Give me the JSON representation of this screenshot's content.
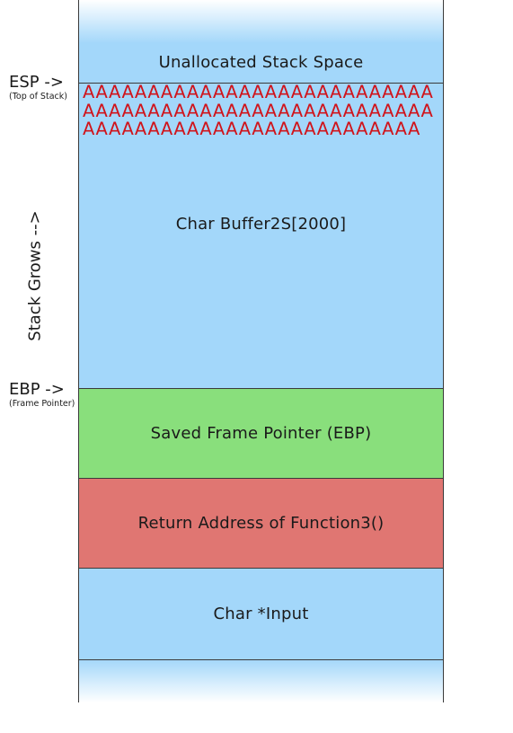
{
  "blocks": {
    "unallocated": "Unallocated Stack Space",
    "buffer": "Char Buffer2S[2000]",
    "saved_ebp": "Saved Frame Pointer (EBP)",
    "return_address": "Return Address of Function3()",
    "input": "Char *Input"
  },
  "overflow_text": "AAAAAAAAAAAAAAAAAAAAAAAAAAAAAAAAAAAAAAAAAAAAAAAAAAAAAAAAAAAAAAAAAAAAAAAAAAAAAAAA",
  "pointers": {
    "esp": {
      "label": "ESP ->",
      "sublabel": "(Top of Stack)"
    },
    "ebp": {
      "label": "EBP ->",
      "sublabel": "(Frame Pointer)"
    }
  },
  "growth_label": "Stack Grows -->",
  "colors": {
    "stack_blue": "#a3d7fa",
    "saved_ebp_green": "#89df7c",
    "return_address_red": "#e07672",
    "overflow_text_red": "#d0141b"
  }
}
